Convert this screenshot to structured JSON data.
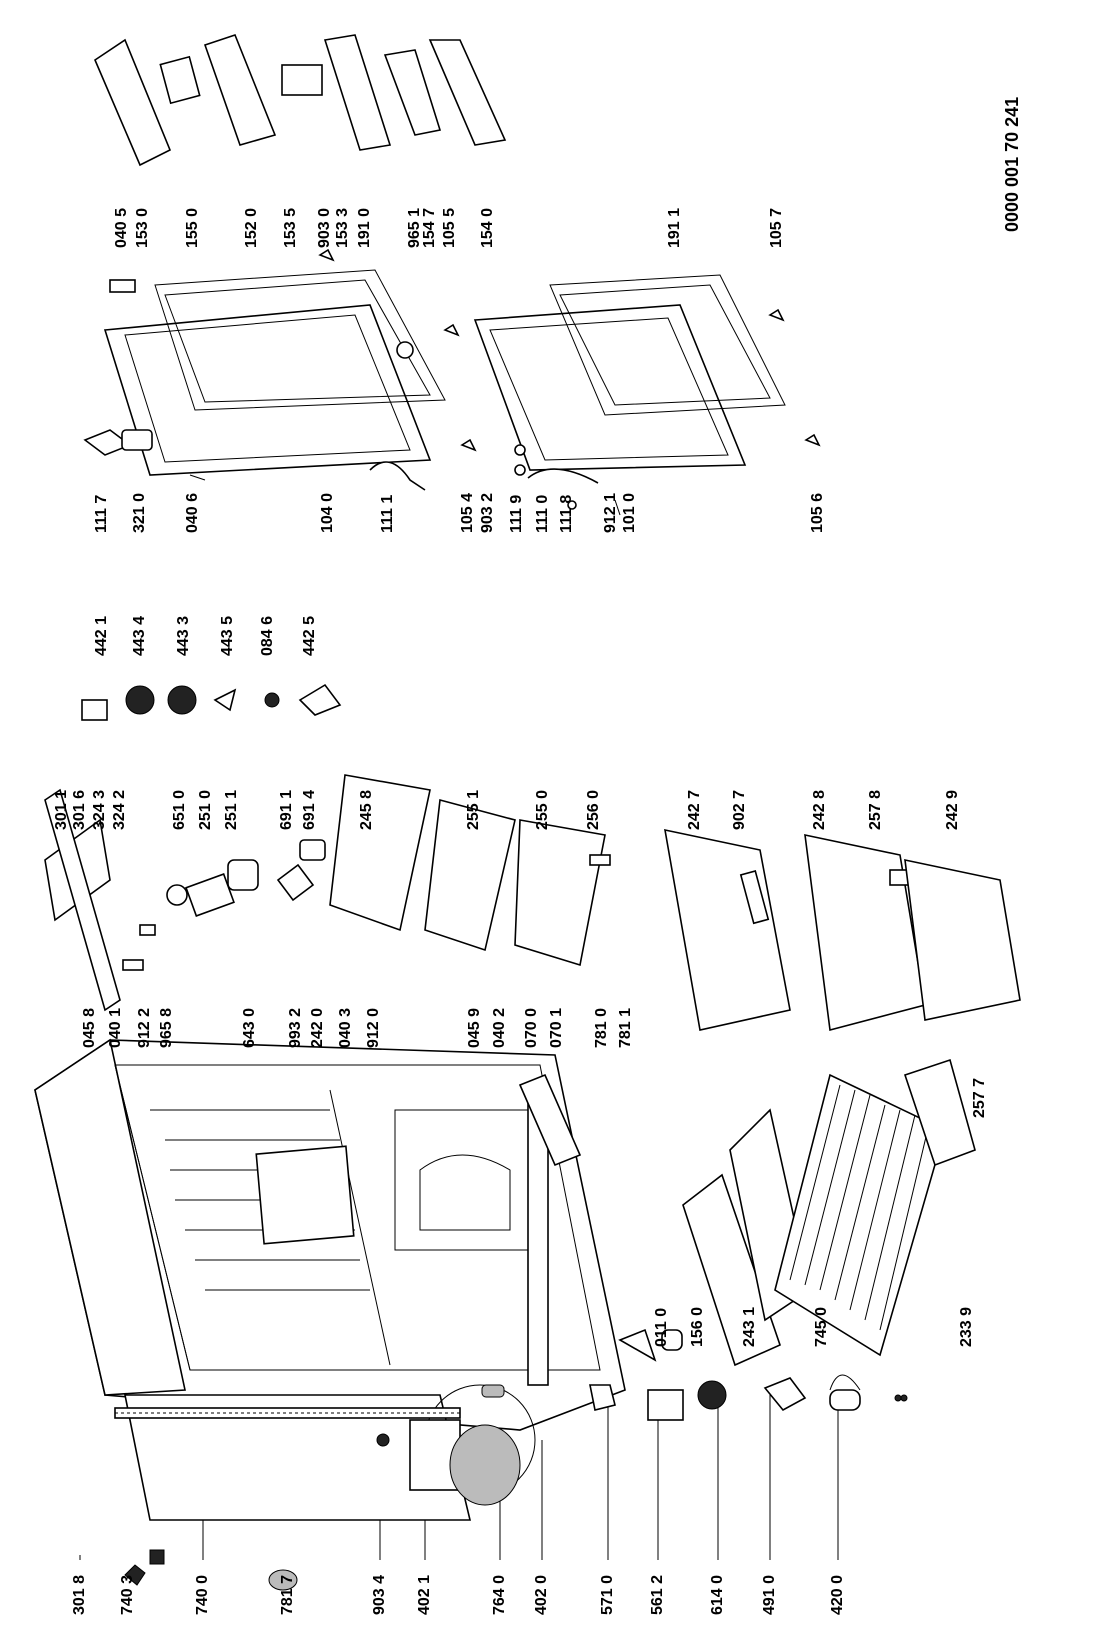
{
  "document_number": "0000 001 70 241",
  "part_labels": [
    "301 8",
    "740 3",
    "740 0",
    "781 7",
    "903 4",
    "402 1",
    "764 0",
    "402 0",
    "571 0",
    "561 2",
    "614 0",
    "491 0",
    "420 0",
    "011 0",
    "156 0",
    "243 1",
    "745 0",
    "233 9",
    "257 7",
    "045 8",
    "040 1",
    "912 2",
    "965 8",
    "643 0",
    "993 2",
    "242 0",
    "040 3",
    "912 0",
    "045 9",
    "040 2",
    "070 0",
    "070 1",
    "781 0",
    "781 1",
    "301 1",
    "301 6",
    "324 3",
    "324 2",
    "651 0",
    "251 0",
    "251 1",
    "691 1",
    "691 4",
    "245 8",
    "255 1",
    "255 0",
    "256 0",
    "242 7",
    "902 7",
    "242 8",
    "257 8",
    "242 9",
    "442 1",
    "443 4",
    "443 3",
    "443 5",
    "084 6",
    "442 5",
    "111 7",
    "321 0",
    "040 6",
    "104 0",
    "111 1",
    "105 4",
    "903 2",
    "111 9",
    "111 0",
    "111 8",
    "912 1",
    "101 0",
    "105 6",
    "040 5",
    "153 0",
    "155 0",
    "152 0",
    "153 5",
    "903 0",
    "153 3",
    "191 0",
    "965 1",
    "154 7",
    "105 5",
    "154 0",
    "191 1",
    "105 7"
  ]
}
